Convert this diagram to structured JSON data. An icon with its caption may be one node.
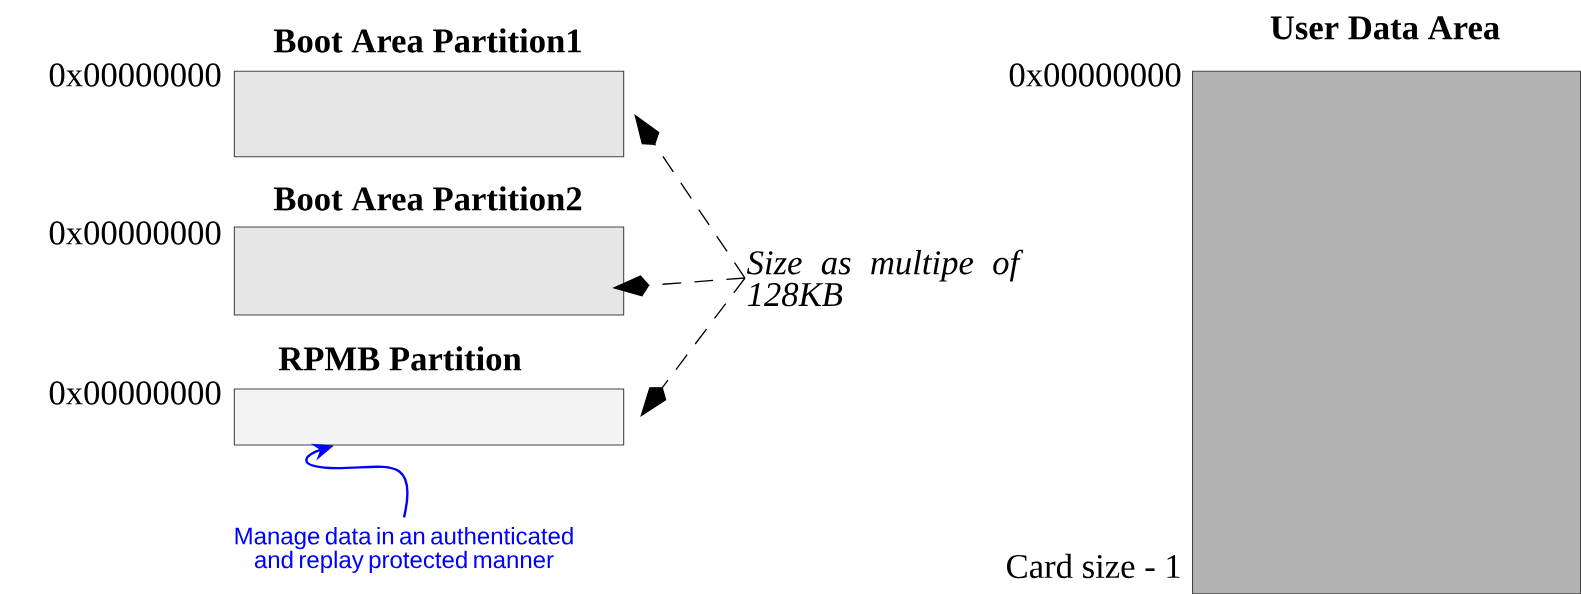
{
  "diagram": {
    "nodes": [
      {
        "text": [
          "Boot Area Partition1"
        ]
      },
      {
        "text": [
          "Boot Area Partition2"
        ]
      },
      {
        "text": [
          "RPMB Partition"
        ]
      },
      {
        "text": [
          "User Data Area"
        ]
      },
      {
        "text": [
          "Size as multipe of 128KB"
        ]
      },
      {
        "text": [
          "Manage data in an authenticated and replay protected manner"
        ]
      }
    ],
    "edges": [
      {
        "from": 4,
        "to": 0,
        "arrow": "to",
        "style": "dashed"
      },
      {
        "from": 4,
        "to": 1,
        "arrow": "to",
        "style": "dashed"
      },
      {
        "from": 4,
        "to": 2,
        "arrow": "to",
        "style": "dashed"
      },
      {
        "from": 5,
        "to": 2,
        "arrow": "to",
        "color": "#0000ff"
      }
    ],
    "labels": [
      "0x00000000",
      "0x00000000",
      "0x00000000",
      "0x00000000",
      "Card size - 1"
    ]
  }
}
